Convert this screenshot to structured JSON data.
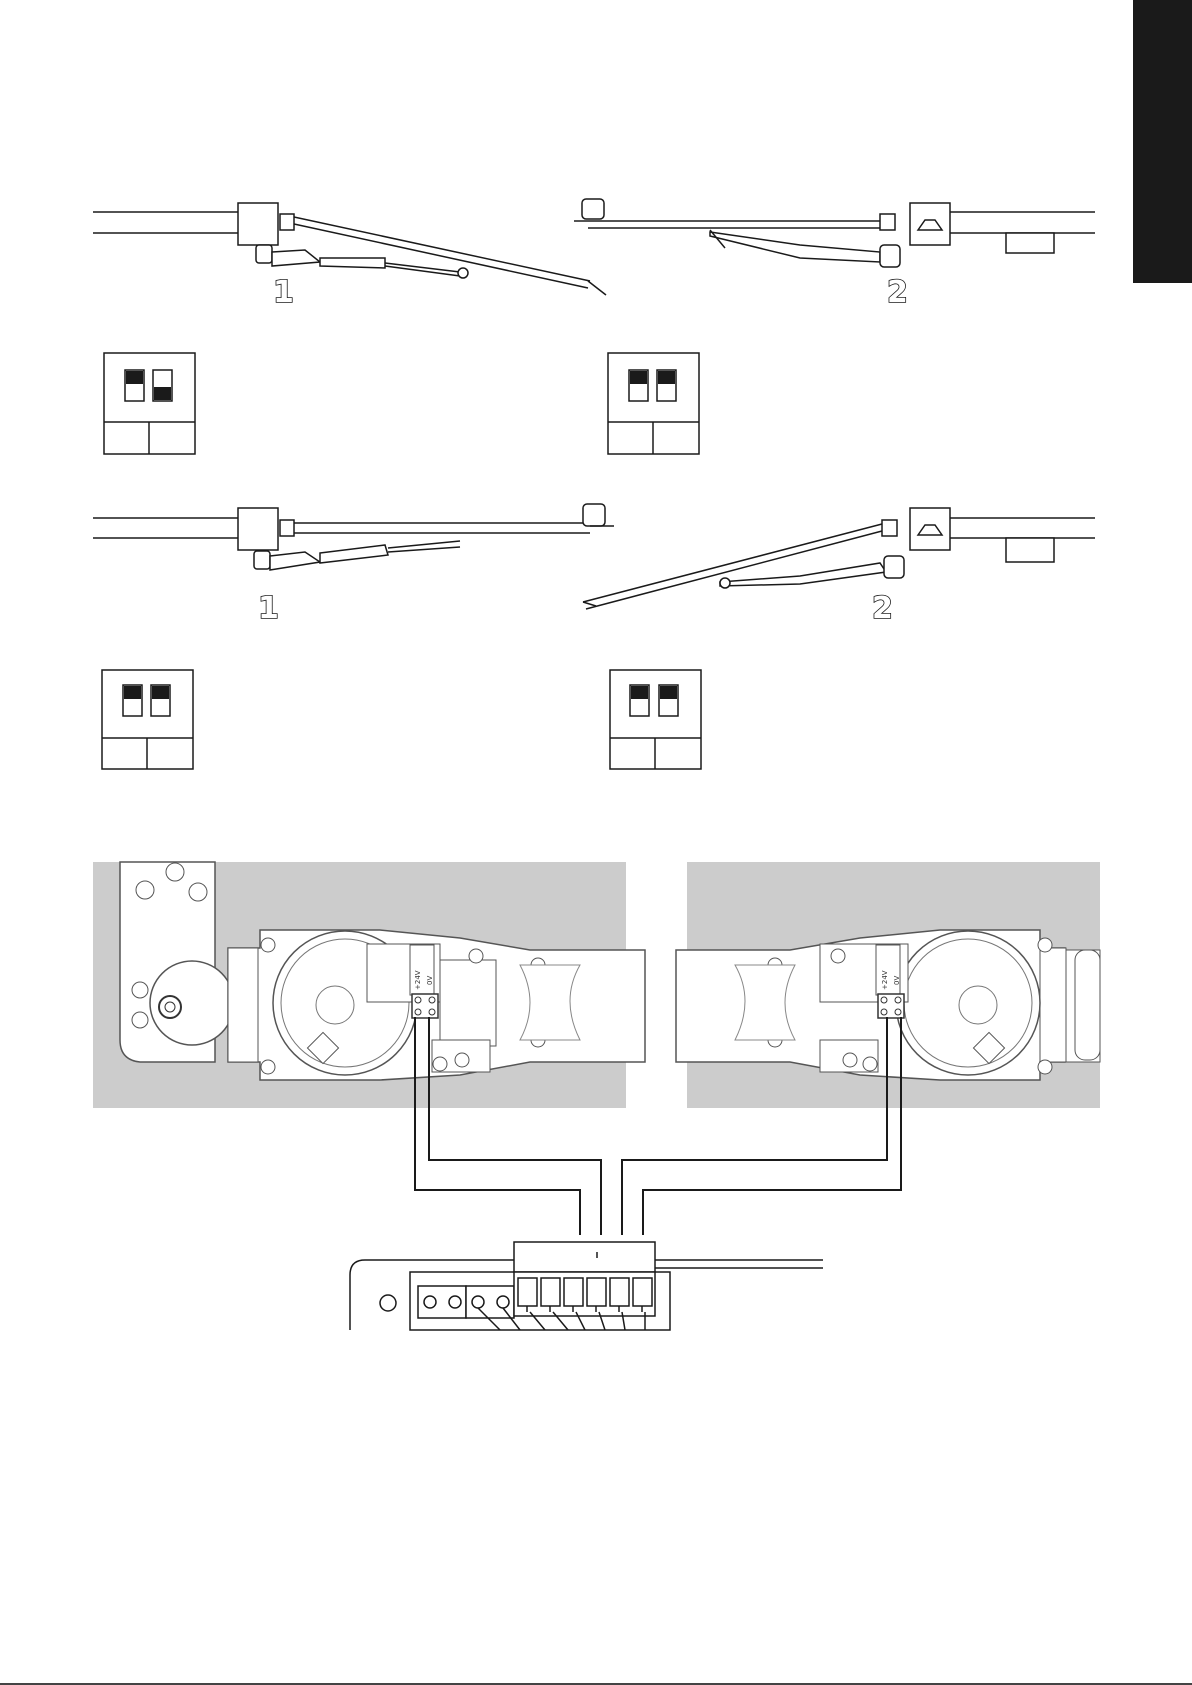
{
  "colors": {
    "ink": "#1a1a1a",
    "panel": "#cccccc",
    "line": "#444444",
    "paper": "#ffffff"
  },
  "figures": {
    "top_left_label": "1",
    "top_right_label": "2",
    "mid_left_label": "1",
    "mid_right_label": "2"
  },
  "motor_terminals": {
    "left": {
      "pos": "+24V",
      "neg": "0V"
    },
    "right": {
      "pos": "+24V",
      "neg": "0V"
    }
  },
  "dip_switches": [
    {
      "id": "top-left",
      "levers": [
        "up",
        "down"
      ]
    },
    {
      "id": "top-right",
      "levers": [
        "up",
        "up"
      ]
    },
    {
      "id": "mid-left",
      "levers": [
        "up",
        "up"
      ]
    },
    {
      "id": "mid-right",
      "levers": [
        "up",
        "up"
      ]
    }
  ]
}
